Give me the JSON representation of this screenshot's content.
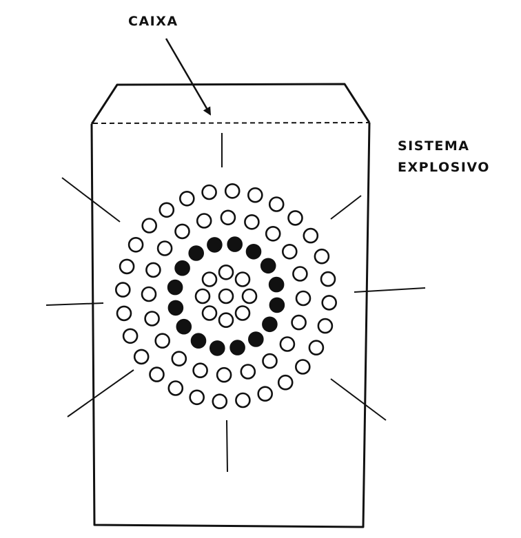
{
  "labels": {
    "box": "CAIXA",
    "system_line1": "SISTEMA",
    "system_line2": "EXPLOSIVO"
  },
  "colors": {
    "ink": "#111111",
    "paper": "#ffffff"
  },
  "rings": [
    {
      "count": 8,
      "filled": false,
      "description": "inner hollow ring"
    },
    {
      "count": 16,
      "filled": true,
      "description": "dark (filled) ring"
    },
    {
      "count": 20,
      "filled": false,
      "description": "middle hollow ring"
    },
    {
      "count": 28,
      "filled": false,
      "description": "outer hollow ring"
    }
  ],
  "center_charges": {
    "count": 1,
    "filled": false
  },
  "explosion_rays": 8
}
